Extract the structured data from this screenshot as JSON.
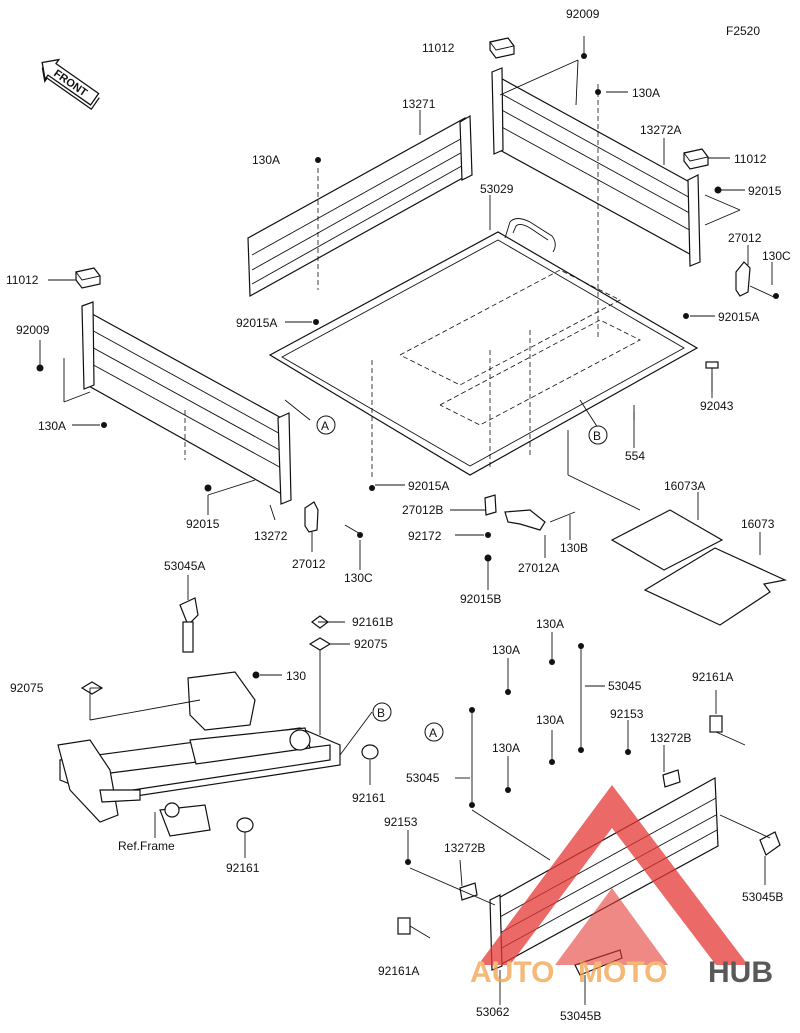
{
  "figure_code": "F2520",
  "front_label": "FRONT",
  "watermark": {
    "part1": "AUTO",
    "part2": "MOTO",
    "part3": "HUB",
    "colors": {
      "auto": "#f2a14a",
      "moto": "#f2a14a",
      "hub": "#222222",
      "triangle": "#e53935"
    }
  },
  "callouts": {
    "a": "A",
    "b": "B"
  },
  "labels": {
    "l92009_top": "92009",
    "l11012_top": "11012",
    "l130A_top": "130A",
    "l13271": "13271",
    "l130A_mid": "130A",
    "l13272A": "13272A",
    "l11012_right": "11012",
    "l92015_right": "92015",
    "l53029": "53029",
    "l27012_right": "27012",
    "l130C_right": "130C",
    "l11012_left": "11012",
    "l92015A_mid": "92015A",
    "l92015A_right": "92015A",
    "l92009_left": "92009",
    "l92043": "92043",
    "l130A_left": "130A",
    "l554": "554",
    "l92015A_bot": "92015A",
    "l92015": "92015",
    "l27012B": "27012B",
    "l13272": "13272",
    "l92172": "92172",
    "l27012_bot": "27012",
    "l130B": "130B",
    "l16073A": "16073A",
    "l16073": "16073",
    "l130C_bot": "130C",
    "l27012A": "27012A",
    "l92015B": "92015B",
    "l53045A": "53045A",
    "l92161B": "92161B",
    "l92075_mid": "92075",
    "l92075_left": "92075",
    "l130_frame": "130",
    "l92161_right": "92161",
    "l92161_bot": "92161",
    "l_ref_frame": "Ref.Frame",
    "l130A_r1": "130A",
    "l130A_r2": "130A",
    "l53045_top": "53045",
    "l130A_r3": "130A",
    "l130A_r4": "130A",
    "l92153_r": "92153",
    "l13272B_r": "13272B",
    "l92161A_r": "92161A",
    "l53045_left": "53045",
    "l92153_l": "92153",
    "l13272B_l": "13272B",
    "l53045B_r": "53045B",
    "l92161A_l": "92161A",
    "l53062": "53062",
    "l53045B_b": "53045B"
  }
}
